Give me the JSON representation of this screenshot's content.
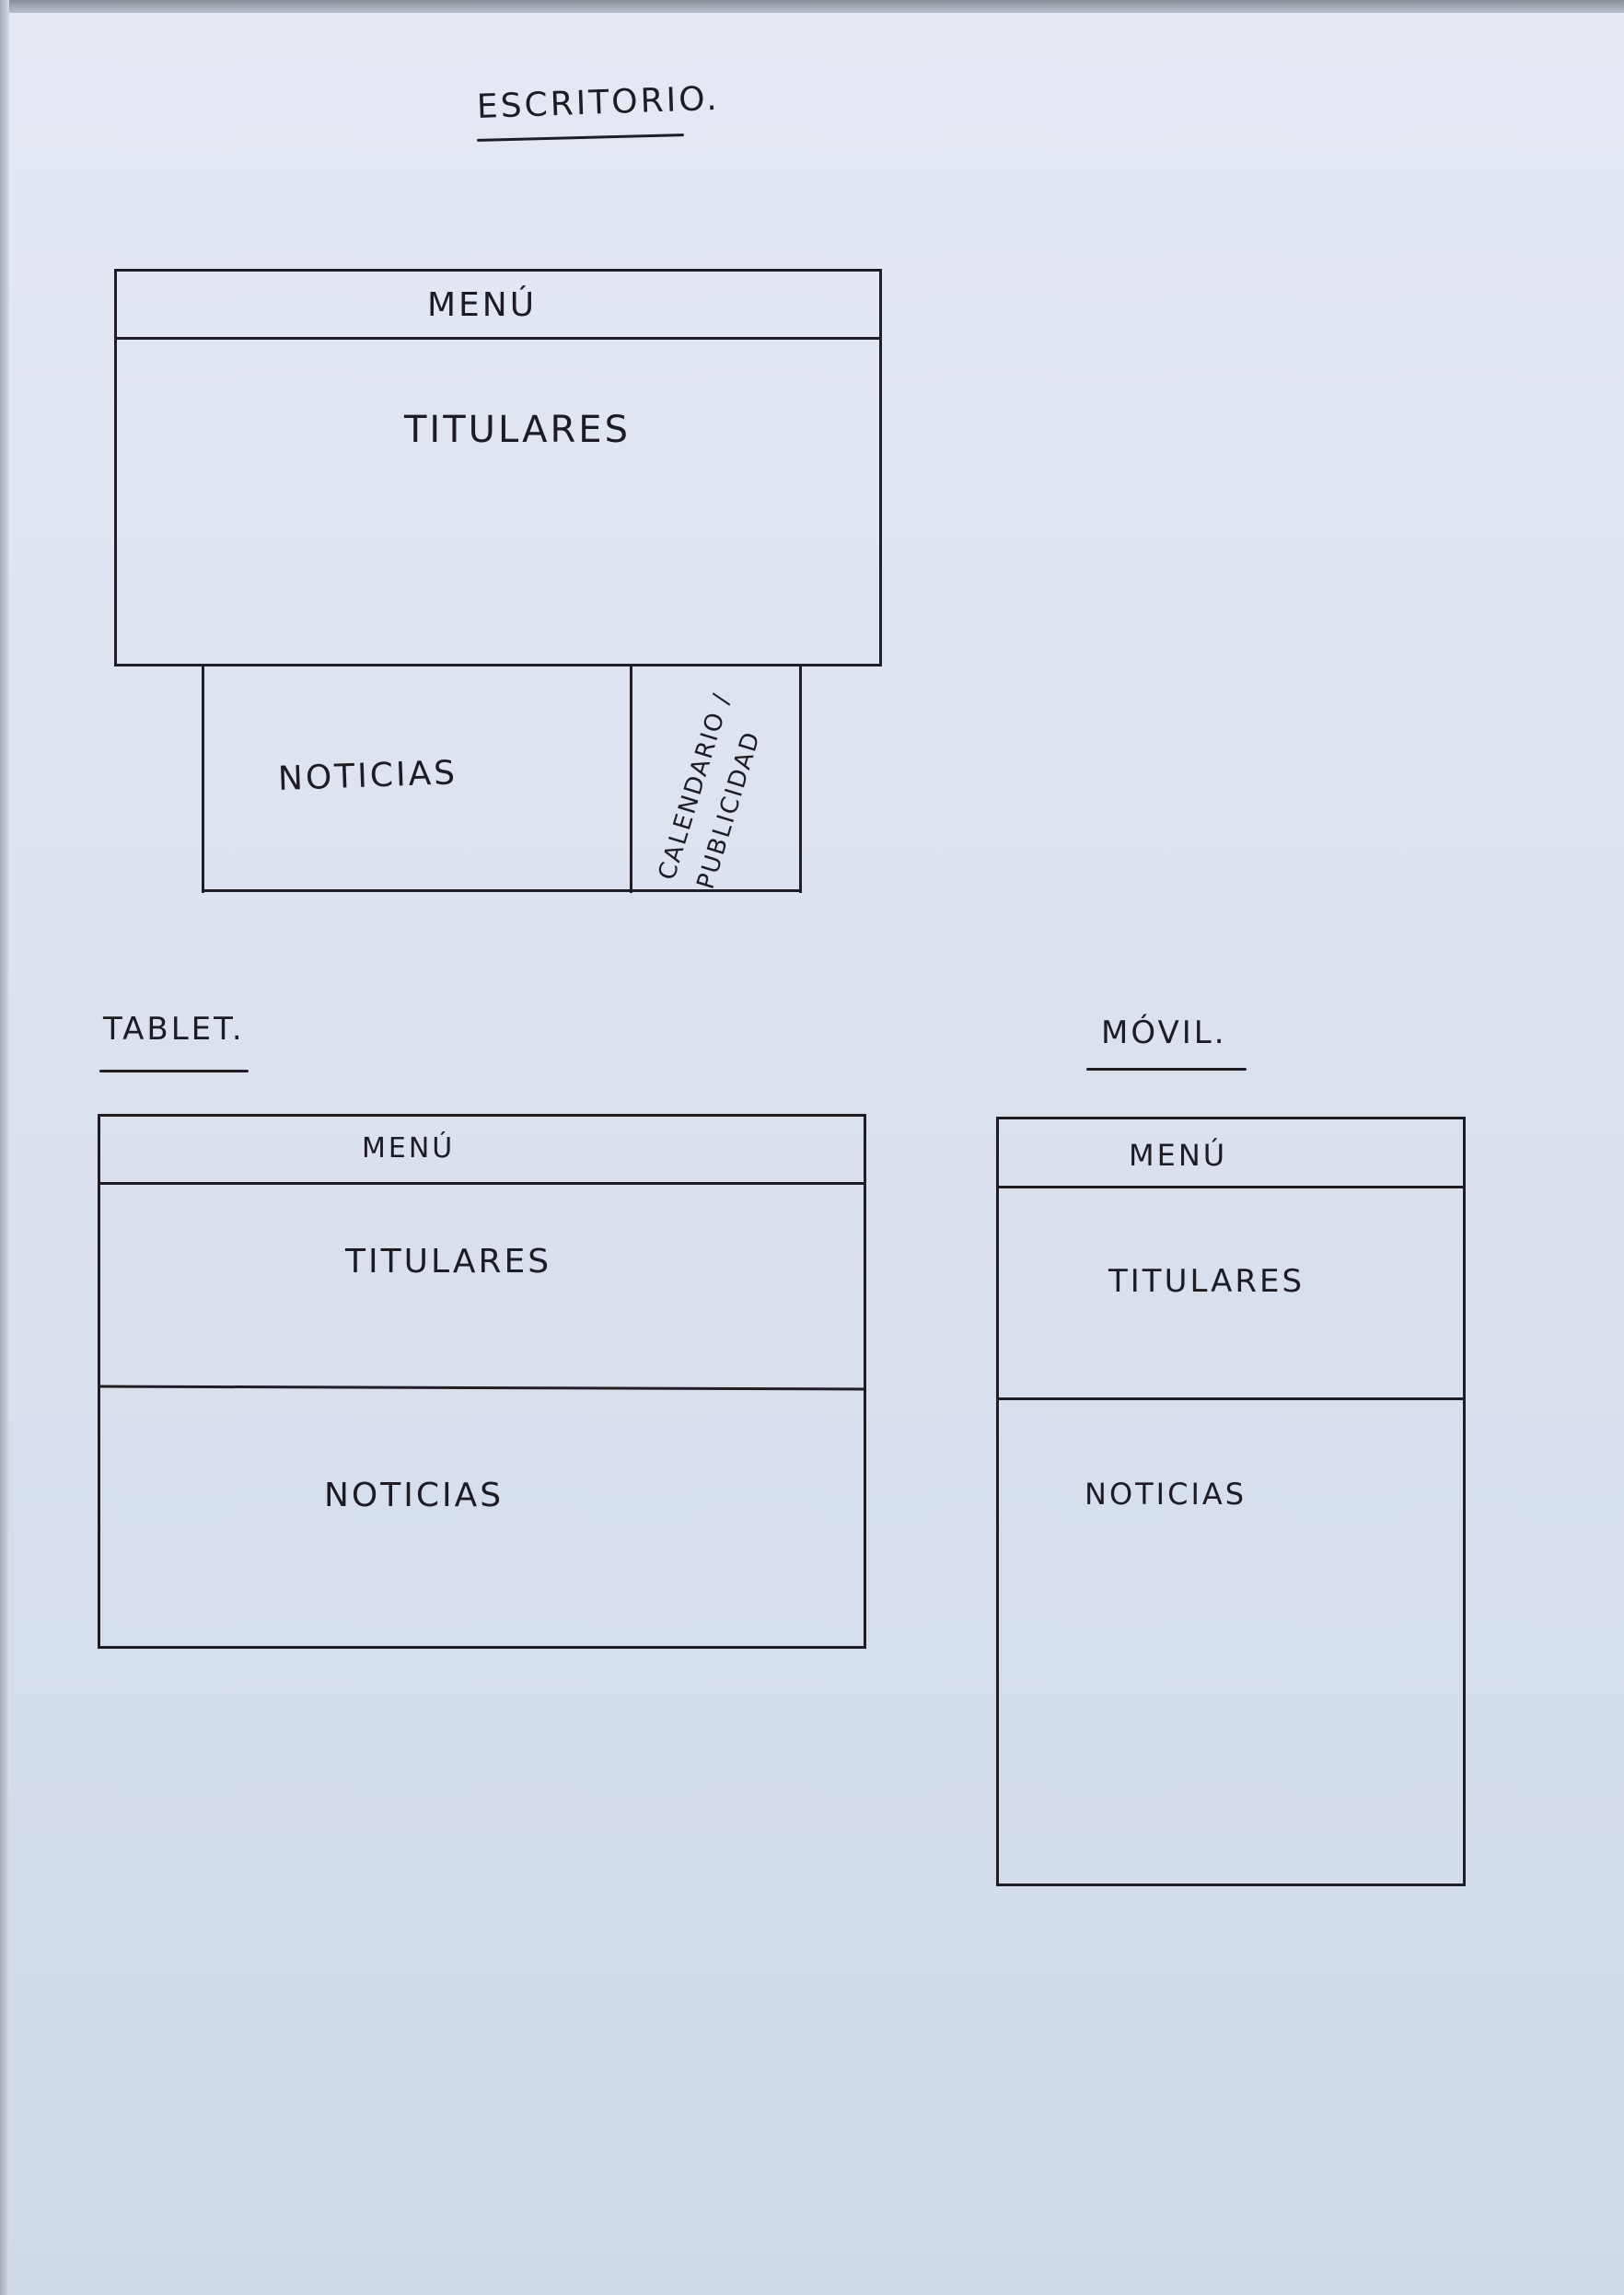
{
  "sections": {
    "desktop": {
      "heading": "ESCRITORIO.",
      "menu": "MENÚ",
      "headlines": "TITULARES",
      "news": "NOTICIAS",
      "side_line1": "CALENDARIO /",
      "side_line2": "PUBLICIDAD"
    },
    "tablet": {
      "heading": "TABLET.",
      "menu": "MENÚ",
      "headlines": "TITULARES",
      "news": "NOTICIAS"
    },
    "mobile": {
      "heading": "MÓVIL.",
      "menu": "MENÚ",
      "headlines": "TITULARES",
      "news": "NOTICIAS"
    }
  },
  "colors": {
    "paper": "#dce3ee",
    "ink": "#1e1e24"
  }
}
